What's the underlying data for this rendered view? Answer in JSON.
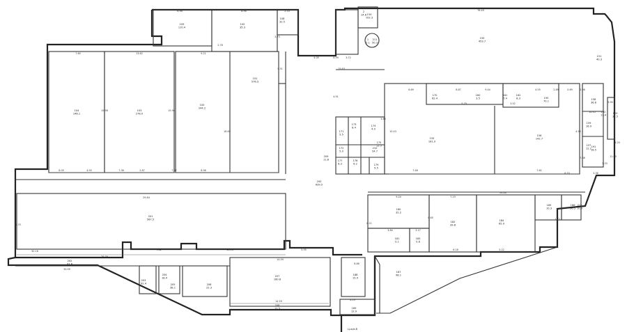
{
  "rooms": [
    {
      "id": "r1",
      "num": "108",
      "area": "32.5"
    },
    {
      "id": "r2",
      "num": "109",
      "area": "110.4"
    },
    {
      "id": "r3",
      "num": "102",
      "area": "35.3"
    },
    {
      "id": "r4",
      "num": "104",
      "area": "146.1"
    },
    {
      "id": "r5",
      "num": "103",
      "area": "278.0"
    },
    {
      "id": "r6",
      "num": "100",
      "area": "244.2"
    },
    {
      "id": "r7",
      "num": "101",
      "area": "576.5"
    },
    {
      "id": "r8",
      "num": "1",
      "area": "5.1"
    },
    {
      "id": "r9",
      "num": "2",
      "area": "14.6"
    },
    {
      "id": "r10",
      "num": "150",
      "area": "453.7"
    },
    {
      "id": "r11",
      "num": "151",
      "area": "40.3"
    },
    {
      "id": "r12",
      "num": "158",
      "area": "36.6"
    },
    {
      "id": "r13",
      "num": "159",
      "area": "16.9"
    },
    {
      "id": "r14",
      "num": "157",
      "area": "12.1"
    },
    {
      "id": "r15",
      "num": "153",
      "area": "34.5"
    },
    {
      "id": "r16",
      "num": "154",
      "area": "102.3"
    },
    {
      "id": "r17",
      "num": "155",
      "area": "161.0"
    },
    {
      "id": "r18",
      "num": "156",
      "area": "142.7"
    },
    {
      "id": "r19",
      "num": "160",
      "area": "3.5"
    },
    {
      "id": "r20",
      "num": "161",
      "area": "7.4"
    },
    {
      "id": "r21",
      "num": "162",
      "area": "8.3"
    },
    {
      "id": "r22",
      "num": "170",
      "area": "62.4"
    },
    {
      "id": "r23",
      "num": "171",
      "area": "5.5"
    },
    {
      "id": "r24",
      "num": "172",
      "area": "5.0"
    },
    {
      "id": "r25",
      "num": "173",
      "area": "8.4"
    },
    {
      "id": "r26",
      "num": "174",
      "area": "4.0"
    },
    {
      "id": "r27",
      "num": "175",
      "area": "12.5"
    },
    {
      "id": "r28",
      "num": "177",
      "area": "6.3"
    },
    {
      "id": "r29",
      "num": "178",
      "area": "6.2"
    },
    {
      "id": "r30",
      "num": "179",
      "area": "5.5"
    },
    {
      "id": "r31",
      "num": "180",
      "area": "32.2"
    },
    {
      "id": "r32",
      "num": "181",
      "area": "5.1"
    },
    {
      "id": "r33",
      "num": "182",
      "area": "39.8"
    },
    {
      "id": "r34",
      "num": "183",
      "area": "5.8"
    },
    {
      "id": "r35",
      "num": "184",
      "area": "65.9"
    },
    {
      "id": "r36",
      "num": "185",
      "area": "10.3"
    },
    {
      "id": "r37",
      "num": "186",
      "area": "56.5"
    },
    {
      "id": "r38",
      "num": "187",
      "area": "98.1"
    },
    {
      "id": "r39",
      "num": "188",
      "area": "15.9"
    },
    {
      "id": "r40",
      "num": "189",
      "area": "12.9"
    },
    {
      "id": "r41",
      "num": "190",
      "area": "70.1"
    },
    {
      "id": "r42",
      "num": "191",
      "area": "18.5"
    },
    {
      "id": "r43",
      "num": "192",
      "area": "13.4"
    },
    {
      "id": "r44",
      "num": "200",
      "area": "639.5"
    },
    {
      "id": "r45",
      "num": "201",
      "area": "567.5"
    },
    {
      "id": "r46",
      "num": "202",
      "area": "97.6"
    },
    {
      "id": "r47",
      "num": "203",
      "area": "92.4"
    },
    {
      "id": "r48",
      "num": "204",
      "area": "18.4"
    },
    {
      "id": "r49",
      "num": "205",
      "area": "38.1"
    },
    {
      "id": "r50",
      "num": "206",
      "area": "22.3"
    },
    {
      "id": "r51",
      "num": "207",
      "area": "160.8"
    },
    {
      "id": "r52",
      "num": "208",
      "area": "12.5"
    },
    {
      "id": "r53",
      "num": "209",
      "area": "11.8"
    },
    {
      "id": "r54",
      "num": "210",
      "area": "54.7"
    },
    {
      "id": "r55",
      "num": "211",
      "area": "50.3"
    },
    {
      "id": "r56",
      "num": "212",
      "area": "10.9"
    }
  ],
  "dimensions": [
    "8.98",
    "8.96",
    "2.33",
    "7.60",
    "13.62",
    "9.21",
    "2.78",
    "3.73",
    "4.05",
    "8.99",
    "15.63",
    "3.72",
    "76.40",
    "15.98",
    "15.96",
    "18.69",
    "9.51",
    "4.91",
    "8.05",
    "4.95",
    "7.36",
    "2.87",
    "7.67",
    "8.96",
    "29.84",
    "6.75",
    "30.16",
    "7.62",
    "11.94",
    "5.95",
    "14.99",
    "28.76",
    "33.99",
    "14.59",
    "4.19",
    "6.86",
    "9.24",
    "7.19",
    "24.60",
    "6.18",
    "5.22",
    "8.65",
    "3.84",
    "3.17",
    "8.21",
    "6.53",
    "7.61",
    "7.46",
    "10.43",
    "6.69",
    "8.87",
    "9.44",
    "5.79",
    "3.52",
    "4.55",
    "2.89",
    "0.69",
    "2.98",
    "4.53",
    "10.35",
    "3.90",
    "7.86",
    "11.60",
    "3.36",
    "4.20",
    "1.33",
    "3.86",
    "1.72"
  ],
  "footer_label": "Ц.ж/в-б"
}
